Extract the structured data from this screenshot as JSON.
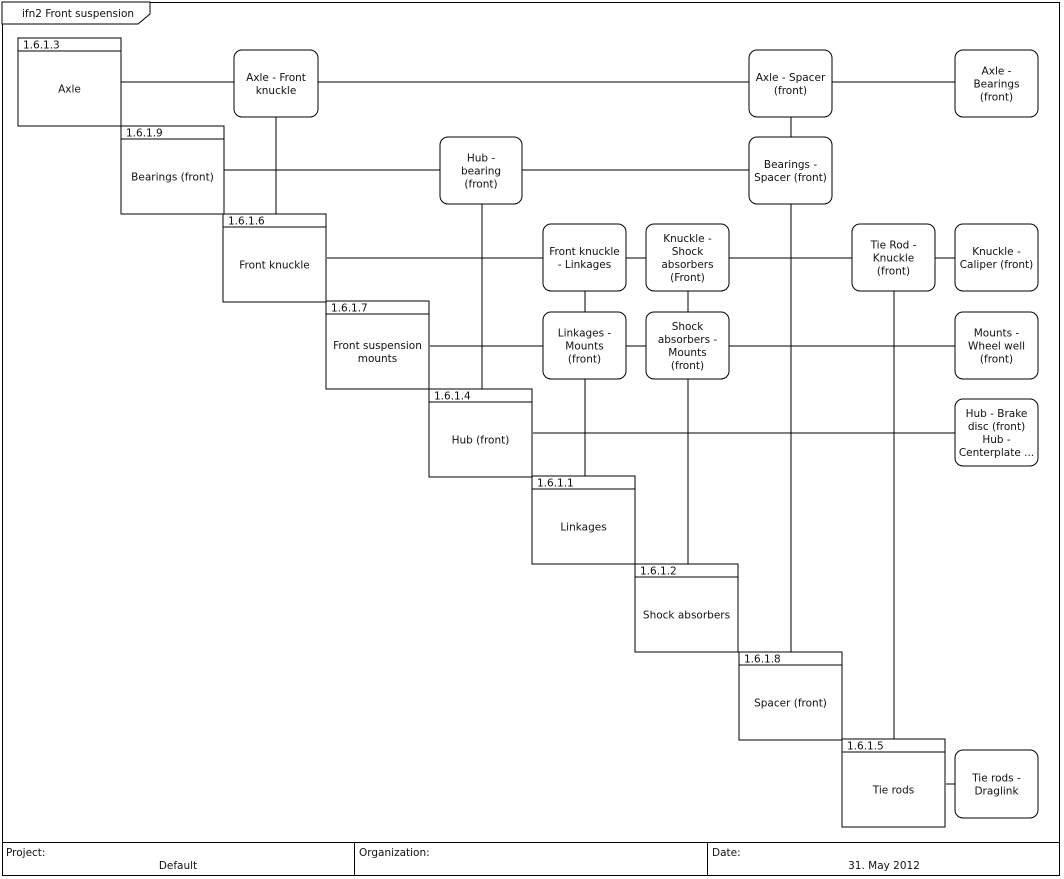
{
  "title": "ifn2 Front suspension",
  "nodes": [
    {
      "id": "n_axle",
      "code": "1.6.1.3",
      "label": [
        "Axle"
      ]
    },
    {
      "id": "n_bearings",
      "code": "1.6.1.9",
      "label": [
        "Bearings (front)"
      ]
    },
    {
      "id": "n_knuckle",
      "code": "1.6.1.6",
      "label": [
        "Front knuckle"
      ]
    },
    {
      "id": "n_mounts",
      "code": "1.6.1.7",
      "label": [
        "Front suspension",
        "mounts"
      ]
    },
    {
      "id": "n_hub",
      "code": "1.6.1.4",
      "label": [
        "Hub (front)"
      ]
    },
    {
      "id": "n_linkages",
      "code": "1.6.1.1",
      "label": [
        "Linkages"
      ]
    },
    {
      "id": "n_shock",
      "code": "1.6.1.2",
      "label": [
        "Shock absorbers"
      ]
    },
    {
      "id": "n_spacer",
      "code": "1.6.1.8",
      "label": [
        "Spacer (front)"
      ]
    },
    {
      "id": "n_tierods",
      "code": "1.6.1.5",
      "label": [
        "Tie rods"
      ]
    }
  ],
  "interfaces": [
    {
      "id": "i_axle_knuckle",
      "label": [
        "Axle - Front",
        "knuckle"
      ]
    },
    {
      "id": "i_axle_spacer",
      "label": [
        "Axle - Spacer",
        "(front)"
      ]
    },
    {
      "id": "i_axle_bearings",
      "label": [
        "Axle -",
        "Bearings",
        "(front)"
      ]
    },
    {
      "id": "i_hub_bearing",
      "label": [
        "Hub -",
        "bearing",
        "(front)"
      ]
    },
    {
      "id": "i_bearings_spacer",
      "label": [
        "Bearings -",
        "Spacer (front)"
      ]
    },
    {
      "id": "i_knuckle_linkages",
      "label": [
        "Front knuckle",
        "- Linkages"
      ]
    },
    {
      "id": "i_knuckle_shock",
      "label": [
        "Knuckle -",
        "Shock",
        "absorbers",
        "(Front)"
      ]
    },
    {
      "id": "i_tierod_knuckle",
      "label": [
        "Tie Rod -",
        "Knuckle",
        "(front)"
      ]
    },
    {
      "id": "i_knuckle_caliper",
      "label": [
        "Knuckle -",
        "Caliper (front)"
      ]
    },
    {
      "id": "i_linkages_mounts",
      "label": [
        "Linkages -",
        "Mounts",
        "(front)"
      ]
    },
    {
      "id": "i_shock_mounts",
      "label": [
        "Shock",
        "absorbers -",
        "Mounts",
        "(front)"
      ]
    },
    {
      "id": "i_mounts_wheelwell",
      "label": [
        "Mounts -",
        "Wheel well",
        "(front)"
      ]
    },
    {
      "id": "i_hub_brake",
      "label": [
        "Hub - Brake",
        "disc (front)",
        "Hub -",
        "Centerplate ..."
      ]
    },
    {
      "id": "i_tierods_draglink",
      "label": [
        "Tie rods -",
        "Draglink"
      ]
    }
  ],
  "footer": {
    "project_key": "Project:",
    "project_value": "Default",
    "organization_key": "Organization:",
    "organization_value": "",
    "date_key": "Date:",
    "date_value": "31. May 2012"
  }
}
